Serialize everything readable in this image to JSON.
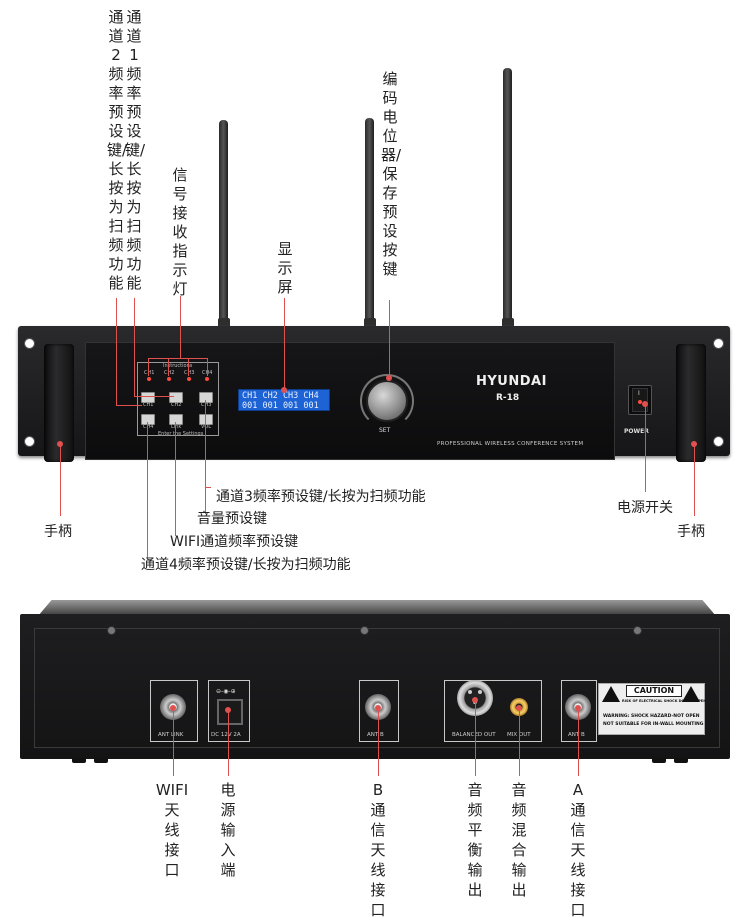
{
  "callouts_top": {
    "ch2_preset": "通道2频率预设键/长按为扫频功能",
    "ch1_preset": "通道1频率预设键/长按为扫频功能",
    "signal_led": "信号接收指示灯",
    "display": "显示屏",
    "encoder": "编码电位器/保存预设按键"
  },
  "callouts_front_bottom": {
    "ch3_preset": "通道3频率预设键/长按为扫频功能",
    "volume_preset": "音量预设键",
    "wifi_preset": "WIFI通道频率预设键",
    "ch4_preset": "通道4频率预设键/长按为扫频功能",
    "handle_left": "手柄",
    "power_switch": "电源开关",
    "handle_right": "手柄"
  },
  "front_panel": {
    "brand": "HYUNDAI",
    "model": "R-18",
    "tagline": "PROFESSIONAL WIRELESS CONFERENCE SYSTEM",
    "knob_label": "SET",
    "power_label": "POWER",
    "power_mark": "I",
    "instructions_label": "Instructions",
    "settings_label": "Enter the Settings",
    "lcd_line1": "CH1 CH2 CH3 CH4",
    "lcd_line2": "001 001 001 001",
    "led_labels": [
      "CH1",
      "CH2",
      "CH3",
      "CH4"
    ],
    "button_labels": [
      "CH1",
      "CH2",
      "CH3",
      "CH4",
      "Link",
      "VOL"
    ]
  },
  "back_panel": {
    "ant_link": "ANT LINK",
    "dc_label": "DC 12V 2A",
    "ant_b": "ANT B",
    "balanced_out": "BALANCED OUT",
    "mix_out": "MIX OUT",
    "ant_a": "ANT B",
    "caution_title": "CAUTION",
    "caution_small": "RISK OF ELECTRICAL SHOCK DO NOT OPEN",
    "warning_1": "WARNING: SHOCK HAZARD-NOT OPEN",
    "warning_2": "NOT SUITABLE FOR IN-WALL MOUNTING"
  },
  "callouts_back": {
    "wifi_antenna": "WIFI天线接口",
    "power_input": "电源输入端",
    "b_antenna": "B通信天线接口",
    "balanced_output": "音频平衡输出",
    "mix_output": "音频混合输出",
    "a_antenna": "A通信天线接口"
  },
  "colors": {
    "callout_line": "#e0504f",
    "lcd": "#1d63d6",
    "panel": "#161618"
  }
}
